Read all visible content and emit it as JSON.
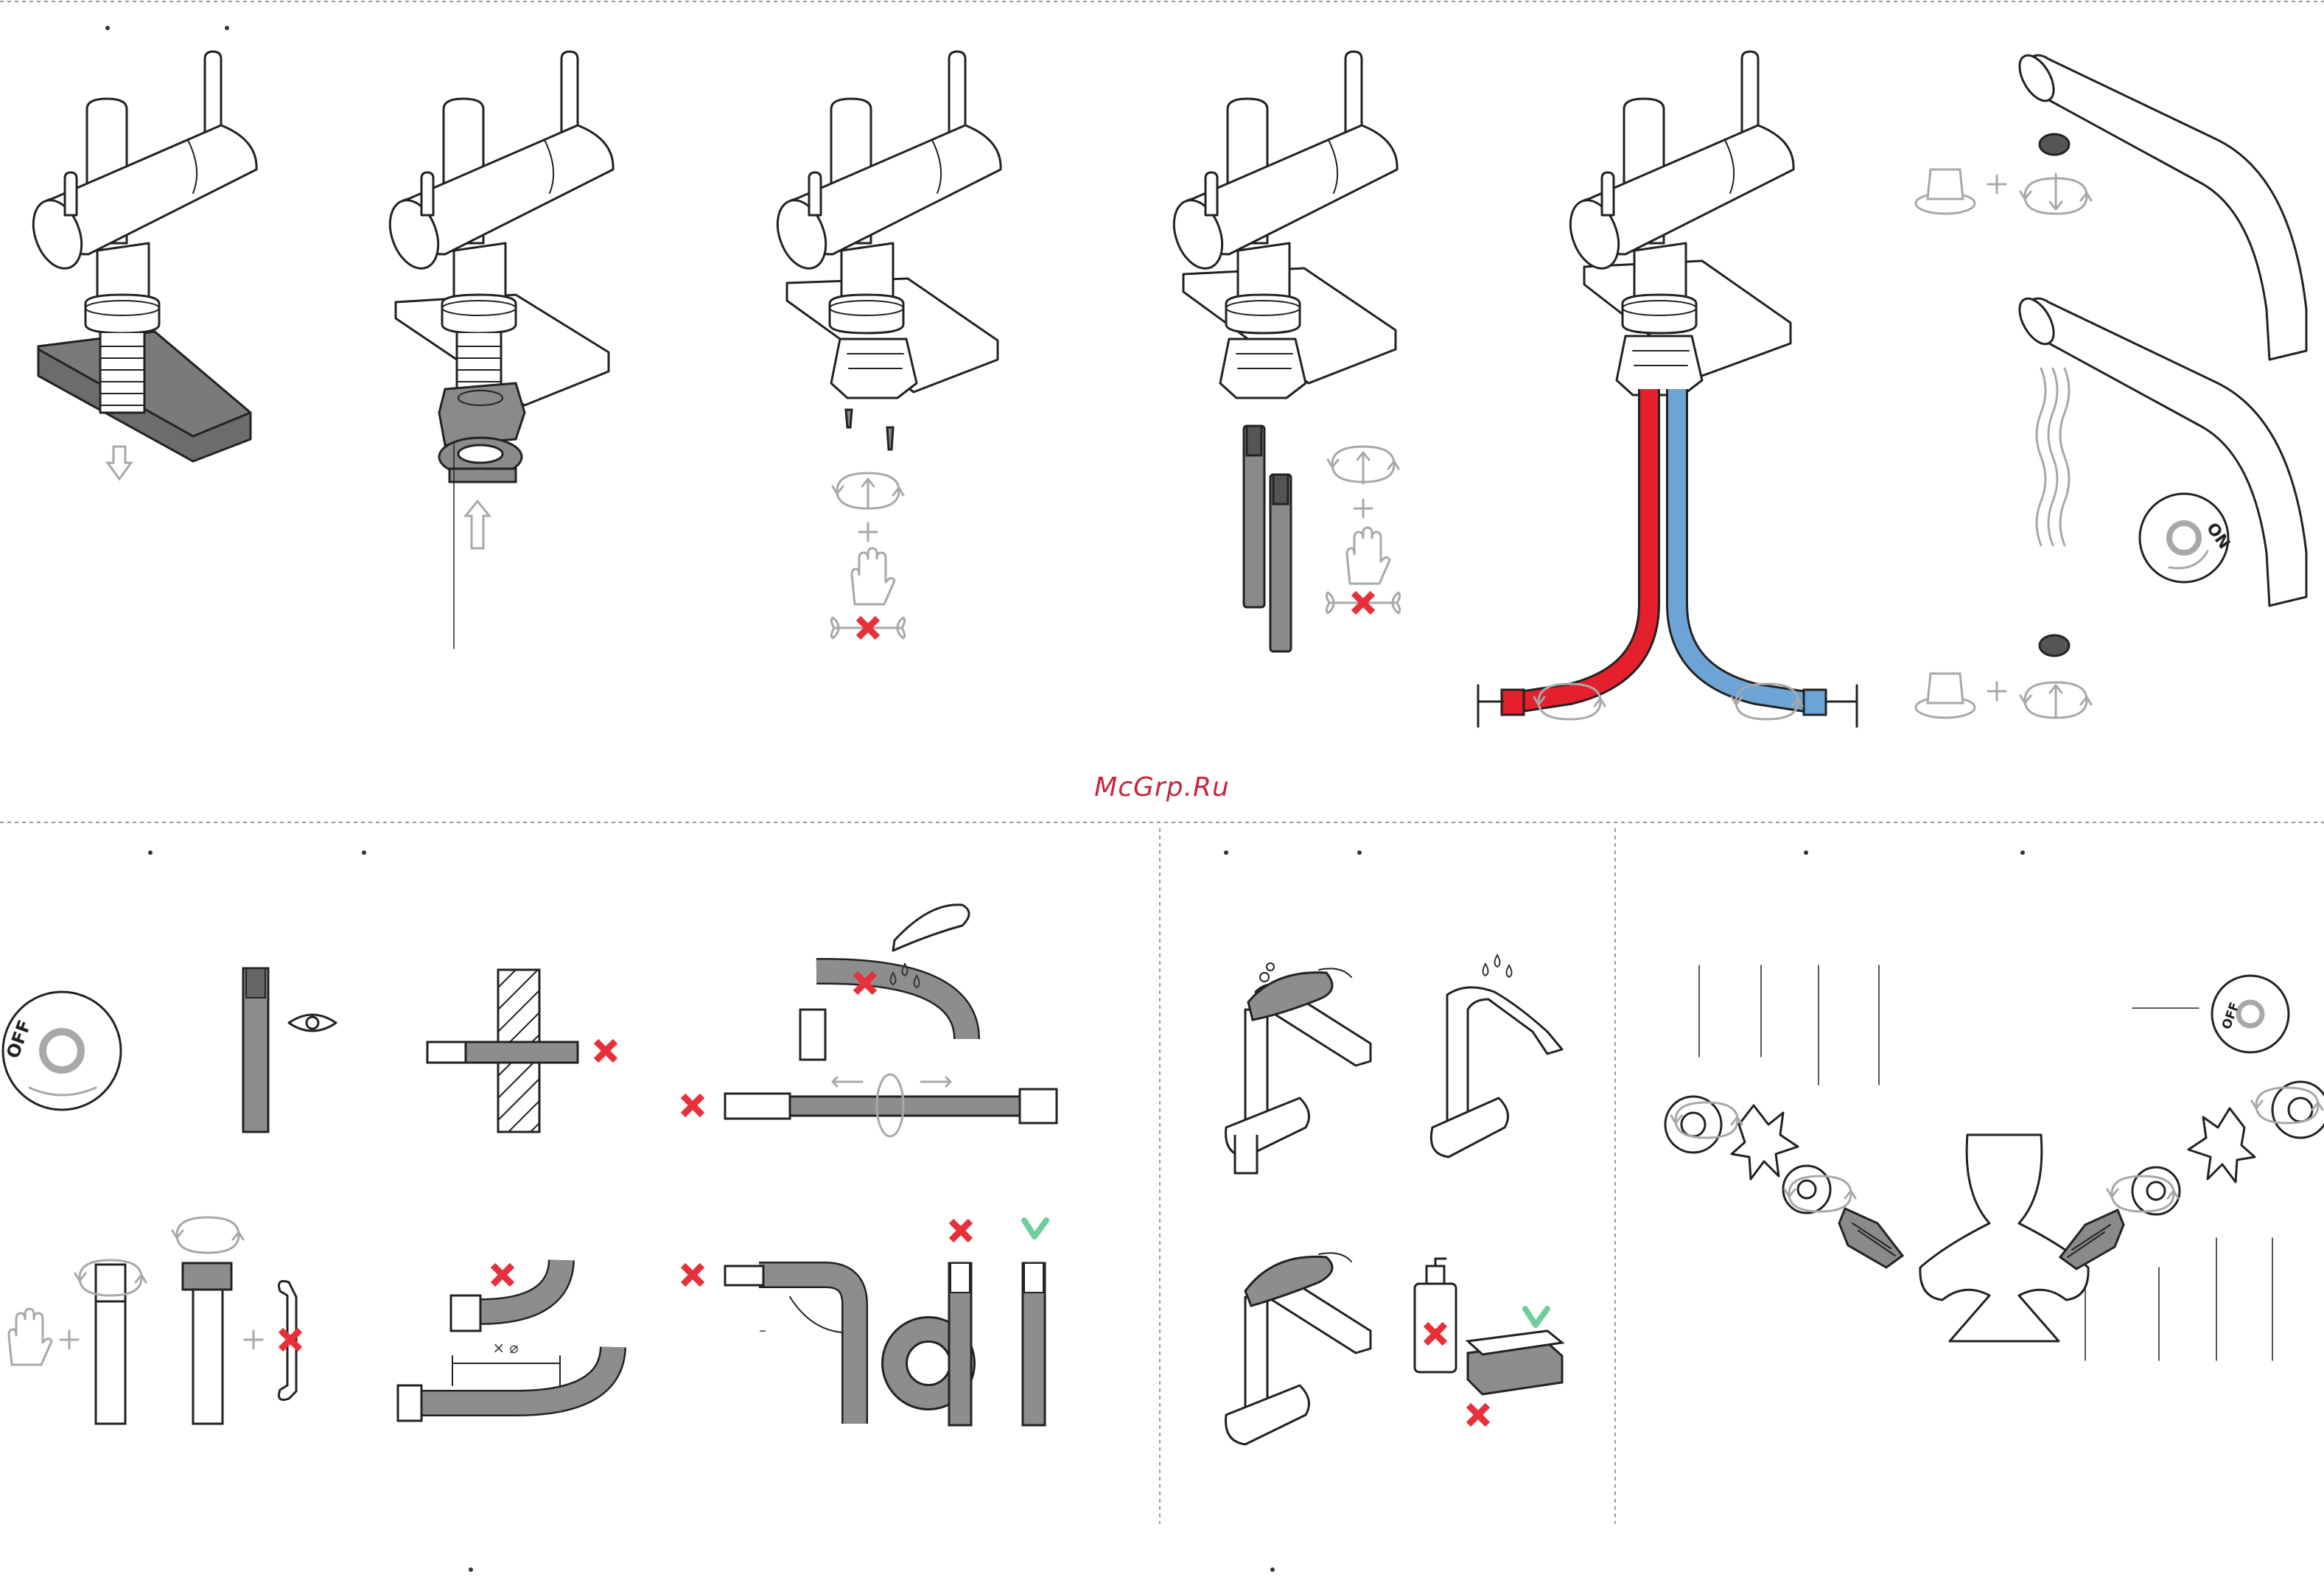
{
  "watermark": "McGrp.Ru",
  "valve_off_label": "OFF",
  "valve_on_label": "ON",
  "diameter_label": "× ⌀",
  "angle_label": "–",
  "colors": {
    "hot": "#e4202d",
    "cold": "#6da4d6",
    "cross": "#e8303a",
    "check": "#6fcf9c",
    "watermark": "#c7263e",
    "slab_dark": "#6c6c6c",
    "hose_grey": "#8d8d8d"
  },
  "icons": [
    "clamp-icon",
    "washer-icon",
    "rotate-icon",
    "hand-icon",
    "wrench-icon",
    "eye-icon",
    "water-drops-icon",
    "cross-icon",
    "check-icon",
    "soap-bottle-icon",
    "sponge-icon",
    "aerator-icon",
    "valve-icon",
    "cartridge-icon",
    "handle-icon"
  ]
}
